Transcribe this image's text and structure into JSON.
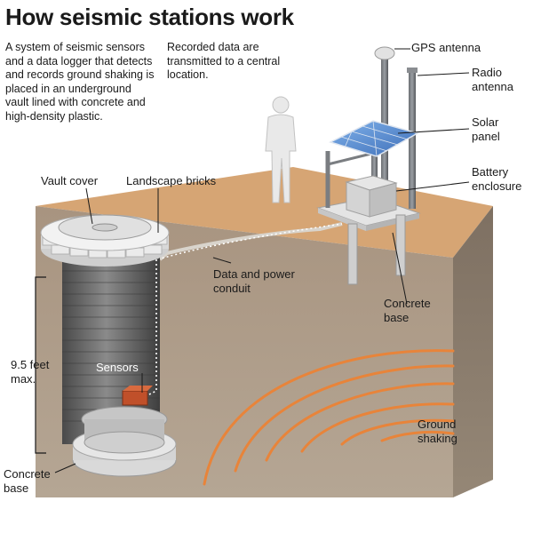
{
  "title": "How seismic stations work",
  "intro": "A system of seismic sensors and a data logger that detects and records ground shaking is placed in an underground vault lined with concrete and high-density plastic.",
  "note": "Recorded data are transmitted to a central location.",
  "labels": {
    "vault_cover": "Vault cover",
    "landscape_bricks": "Landscape bricks",
    "gps_antenna": "GPS antenna",
    "radio_antenna_1": "Radio",
    "radio_antenna_2": "antenna",
    "solar_panel_1": "Solar",
    "solar_panel_2": "panel",
    "battery_1": "Battery",
    "battery_2": "enclosure",
    "conduit_1": "Data and power",
    "conduit_2": "conduit",
    "concrete_base_right_1": "Concrete",
    "concrete_base_right_2": "base",
    "depth_1": "9.5 feet",
    "depth_2": "max.",
    "sensors": "Sensors",
    "concrete_base_left_1": "Concrete",
    "concrete_base_left_2": "base",
    "ground_shaking_1": "Ground",
    "ground_shaking_2": "shaking"
  },
  "colors": {
    "surface": "#d4a06c",
    "soil_front": "#a69681",
    "soil_side": "#867766",
    "vault": "#6b6b6b",
    "wave": "#e8843a",
    "panel": "#5b8fd6"
  }
}
